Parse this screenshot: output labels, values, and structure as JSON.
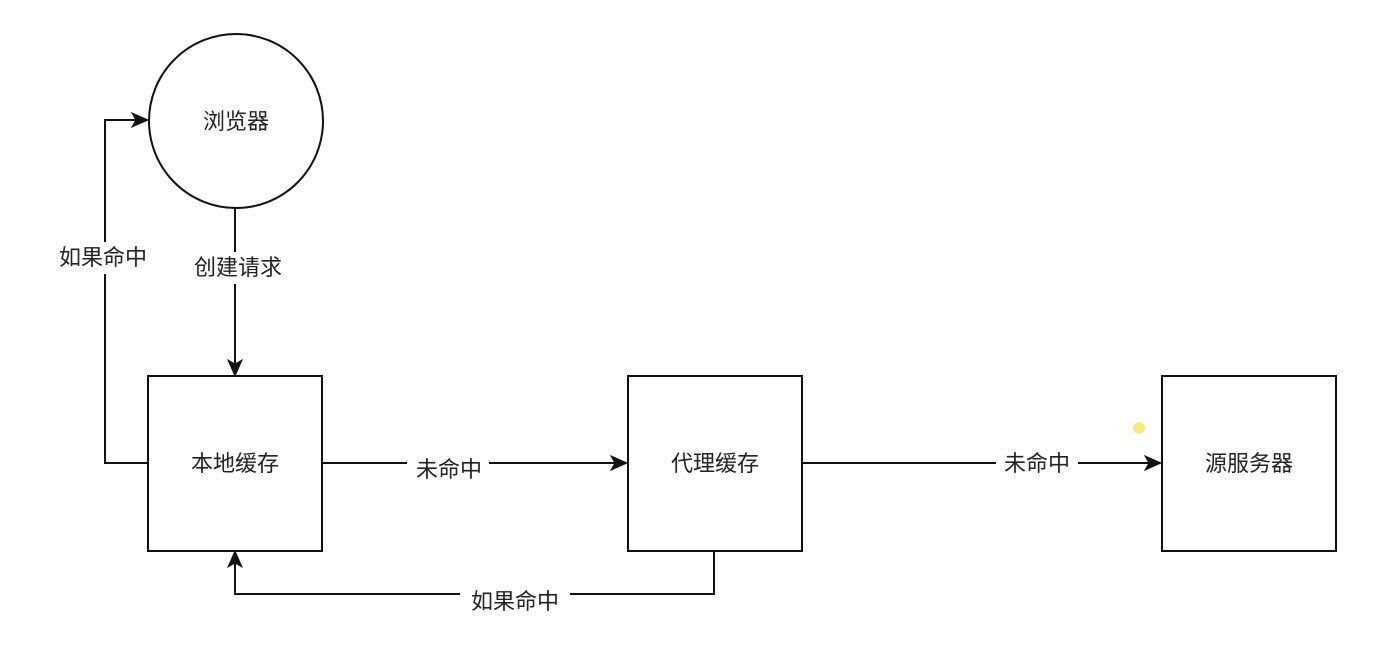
{
  "nodes": {
    "browser": {
      "label": "浏览器",
      "shape": "circle"
    },
    "local_cache": {
      "label": "本地缓存",
      "shape": "rect"
    },
    "proxy_cache": {
      "label": "代理缓存",
      "shape": "rect"
    },
    "origin_server": {
      "label": "源服务器",
      "shape": "rect"
    }
  },
  "edges": {
    "create_request": {
      "label": "创建请求",
      "from": "browser",
      "to": "local_cache"
    },
    "local_hit": {
      "label": "如果命中",
      "from": "local_cache",
      "to": "browser"
    },
    "local_miss": {
      "label": "未命中",
      "from": "local_cache",
      "to": "proxy_cache"
    },
    "proxy_hit": {
      "label": "如果命中",
      "from": "proxy_cache",
      "to": "local_cache"
    },
    "proxy_miss": {
      "label": "未命中",
      "from": "proxy_cache",
      "to": "origin_server"
    }
  },
  "colors": {
    "stroke": "#111111",
    "text": "#222222",
    "background": "#ffffff",
    "cursor_highlight": "#f5e86a"
  }
}
